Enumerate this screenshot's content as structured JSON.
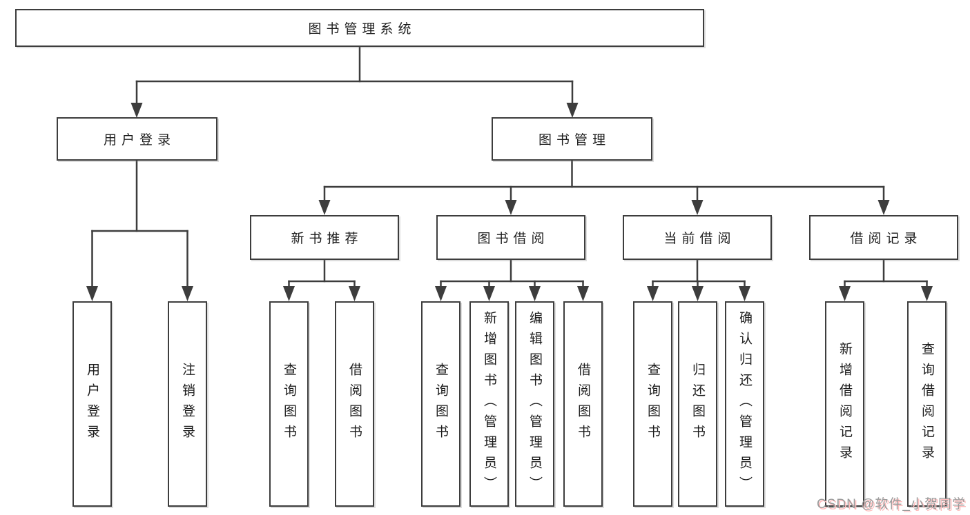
{
  "tree": {
    "root": "图书管理系统",
    "children": [
      {
        "label": "用户登录",
        "children": [
          "用户登录",
          "注销登录"
        ]
      },
      {
        "label": "图书管理",
        "children": [
          {
            "label": "新书推荐",
            "children": [
              "查询图书",
              "借阅图书"
            ]
          },
          {
            "label": "图书借阅",
            "children": [
              "查询图书",
              "新增图书（管理员）",
              "编辑图书（管理员）",
              "借阅图书"
            ]
          },
          {
            "label": "当前借阅",
            "children": [
              "查询图书",
              "归还图书",
              "确认归还（管理员）"
            ]
          },
          {
            "label": "借阅记录",
            "children": [
              "新增借阅记录",
              "查询借阅记录"
            ]
          }
        ]
      }
    ]
  },
  "watermark": {
    "text": "CSDN @软件_小贺同学"
  },
  "colors": {
    "line": "#3d3d3d",
    "box_border": "#3d3d3d",
    "text": "#1c1c1c",
    "watermark_gray": "#9b9b9b",
    "watermark_pink": "#ffbcbc",
    "background": "#ffffff"
  }
}
